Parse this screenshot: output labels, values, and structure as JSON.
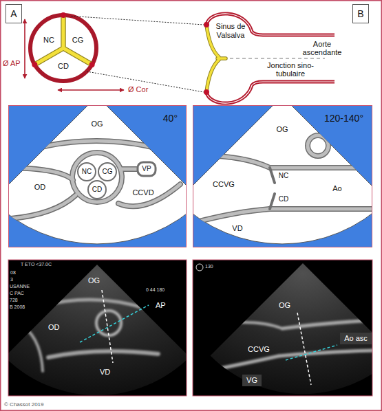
{
  "diagram": {
    "nodes": [
      {
        "text": [
          "A"
        ]
      },
      {
        "text": [
          "B"
        ]
      },
      {
        "text": [
          "40°"
        ]
      },
      {
        "text": [
          "120-140°"
        ]
      },
      {
        "text": [
          "VG"
        ]
      },
      {
        "text": [
          "Ao asc"
        ]
      }
    ],
    "labels": [
      "NC",
      "CG",
      "CD",
      "Ø AP",
      "Ø Cor",
      "Sinus de Valsalva",
      "Aorte ascendante",
      "Jonction sino-tubulaire",
      "OG",
      "NC",
      "CG",
      "CD",
      "VP",
      "OD",
      "CCVD",
      "OG",
      "NC",
      "CCVG",
      "CD",
      "Ao",
      "VD",
      "T ETO <37.0C",
      "08",
      "3",
      "USANNE",
      "C PAC",
      "728",
      "B 2008",
      "0 44 180",
      "OG",
      "OD",
      "AP",
      "VD",
      "130",
      "OG",
      "CCVG",
      "© Chassot 2019"
    ]
  }
}
